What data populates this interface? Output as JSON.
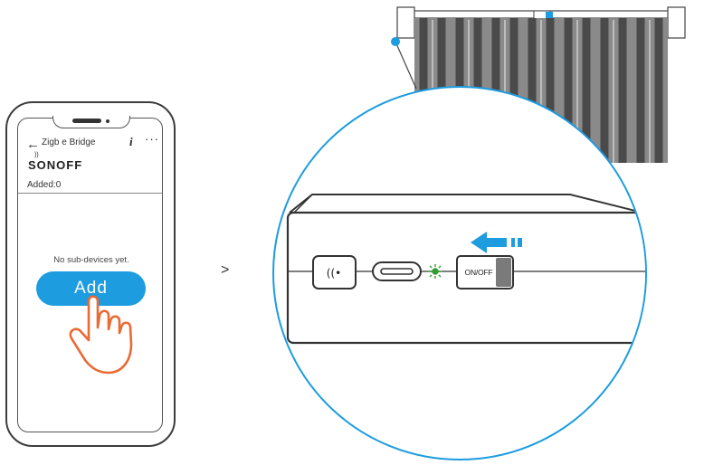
{
  "phone": {
    "nav_back_glyph": "←",
    "nav_title": "Zigb e Bridge",
    "info_glyph": "i",
    "more_glyph": "···",
    "brand_logo": "SONOFF",
    "added_label": "Added:0",
    "empty_message": "No sub-devices yet.",
    "add_button_label": "Add"
  },
  "step_arrow": ">",
  "device": {
    "switch_label": "ON/OFF",
    "indicator_color": "#2e9e2e",
    "accent_color": "#1d9ce0",
    "hand_color": "#e86a35"
  },
  "icons": [
    "back-arrow-icon",
    "info-icon",
    "more-icon",
    "tap-hand-icon",
    "pairing-button-icon",
    "usb-c-port-icon",
    "led-indicator-icon",
    "slide-left-arrow-icon",
    "curtain-icon"
  ]
}
